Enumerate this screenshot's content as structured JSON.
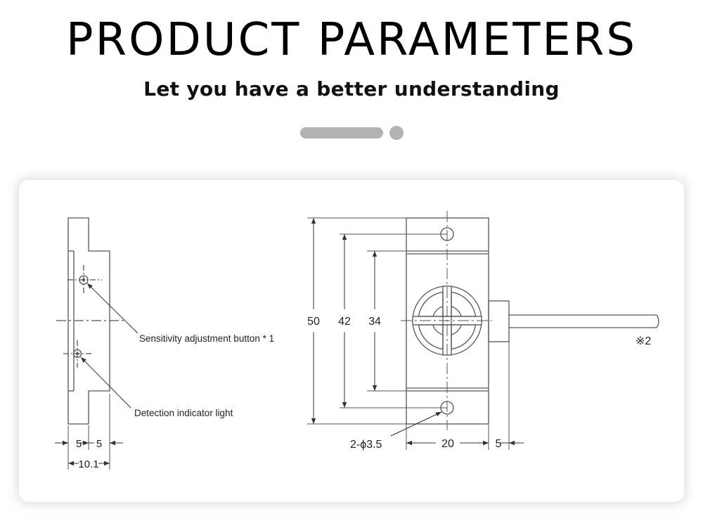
{
  "header": {
    "title": "PRODUCT PARAMETERS",
    "subtitle": "Let you have a better understanding"
  },
  "diagram": {
    "callouts": {
      "sensitivity": "Sensitivity adjustment button * 1",
      "indicator": "Detection indicator light",
      "cable_note": "※2",
      "holes": "2-ϕ3.5"
    },
    "dimensions": {
      "side_left_5": "5",
      "side_right_5": "5",
      "side_total": "10.1",
      "height_50": "50",
      "hole_pitch_42": "42",
      "inner_34": "34",
      "width_20": "20",
      "cable_offset_5": "5"
    }
  },
  "colors": {
    "line": "#555555",
    "pill": "#b3b3b3",
    "text": "#111111"
  }
}
